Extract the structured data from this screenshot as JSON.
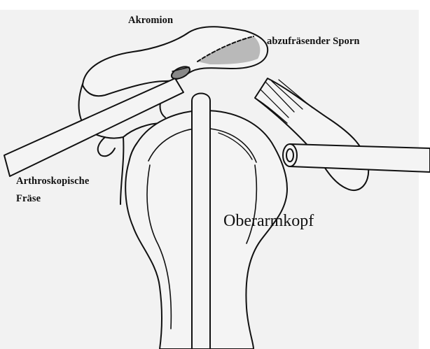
{
  "labels": {
    "acromion": "Akromion",
    "spur": "abzufräsender Sporn",
    "burr_line1": "Arthroskopische",
    "burr_line2": "Fräse",
    "humeral_head": "Oberarmkopf"
  },
  "colors": {
    "background": "#f2f2f2",
    "ink": "#111111",
    "bone_fill": "#f4f4f4"
  }
}
